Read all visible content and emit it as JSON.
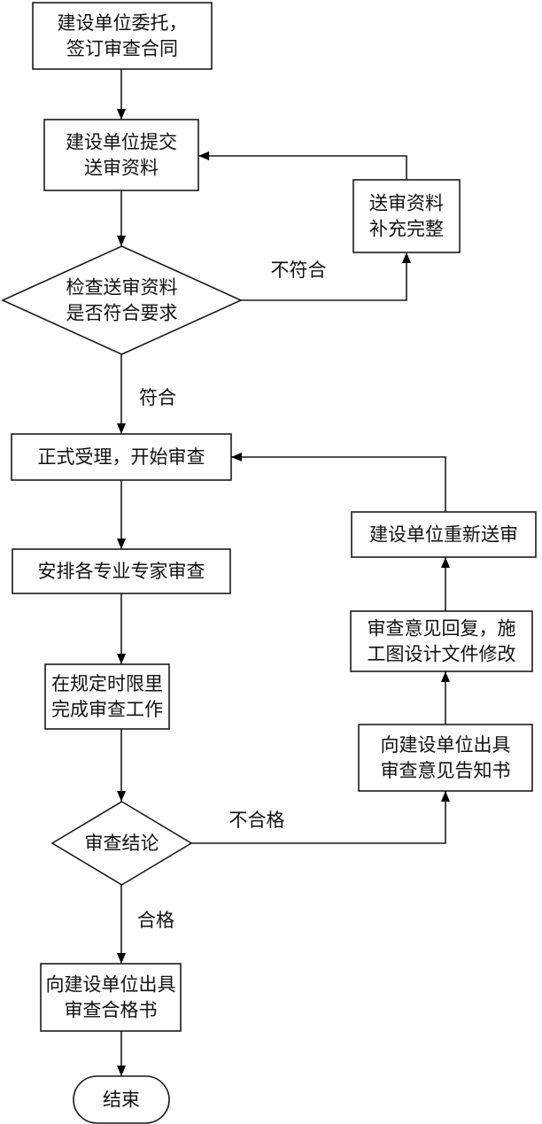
{
  "diagram": {
    "type": "flowchart",
    "title": "",
    "nodes": [
      {
        "id": "entrust",
        "shape": "rect",
        "lines": [
          "建设单位委托，",
          "签订审查合同"
        ]
      },
      {
        "id": "submit",
        "shape": "rect",
        "lines": [
          "建设单位提交",
          "送审资料"
        ]
      },
      {
        "id": "check",
        "shape": "diamond",
        "lines": [
          "检查送审资料",
          "是否符合要求"
        ]
      },
      {
        "id": "supplement",
        "shape": "rect",
        "lines": [
          "送审资料",
          "补充完整"
        ]
      },
      {
        "id": "accept",
        "shape": "rect",
        "lines": [
          "正式受理，开始审查"
        ]
      },
      {
        "id": "arrange",
        "shape": "rect",
        "lines": [
          "安排各专业专家审查"
        ]
      },
      {
        "id": "complete",
        "shape": "rect",
        "lines": [
          "在规定时限里",
          "完成审查工作"
        ]
      },
      {
        "id": "conclusion",
        "shape": "diamond",
        "lines": [
          "审查结论"
        ]
      },
      {
        "id": "issue_pass",
        "shape": "rect",
        "lines": [
          "向建设单位出具",
          "审查合格书"
        ]
      },
      {
        "id": "end",
        "shape": "terminal",
        "lines": [
          "结束"
        ]
      },
      {
        "id": "issue_notice",
        "shape": "rect",
        "lines": [
          "向建设单位出具",
          "审查意见告知书"
        ]
      },
      {
        "id": "reply",
        "shape": "rect",
        "lines": [
          "审查意见回复，施",
          "工图设计文件修改"
        ]
      },
      {
        "id": "resubmit",
        "shape": "rect",
        "lines": [
          "建设单位重新送审"
        ]
      }
    ],
    "edges": [
      {
        "from": "entrust",
        "to": "submit",
        "label": ""
      },
      {
        "from": "submit",
        "to": "check",
        "label": ""
      },
      {
        "from": "check",
        "to": "supplement",
        "label": "不符合"
      },
      {
        "from": "supplement",
        "to": "submit",
        "label": ""
      },
      {
        "from": "check",
        "to": "accept",
        "label": "符合"
      },
      {
        "from": "accept",
        "to": "arrange",
        "label": ""
      },
      {
        "from": "arrange",
        "to": "complete",
        "label": ""
      },
      {
        "from": "complete",
        "to": "conclusion",
        "label": ""
      },
      {
        "from": "conclusion",
        "to": "issue_pass",
        "label": "合格"
      },
      {
        "from": "issue_pass",
        "to": "end",
        "label": ""
      },
      {
        "from": "conclusion",
        "to": "issue_notice",
        "label": "不合格"
      },
      {
        "from": "issue_notice",
        "to": "reply",
        "label": ""
      },
      {
        "from": "reply",
        "to": "resubmit",
        "label": ""
      },
      {
        "from": "resubmit",
        "to": "accept",
        "label": ""
      }
    ]
  }
}
